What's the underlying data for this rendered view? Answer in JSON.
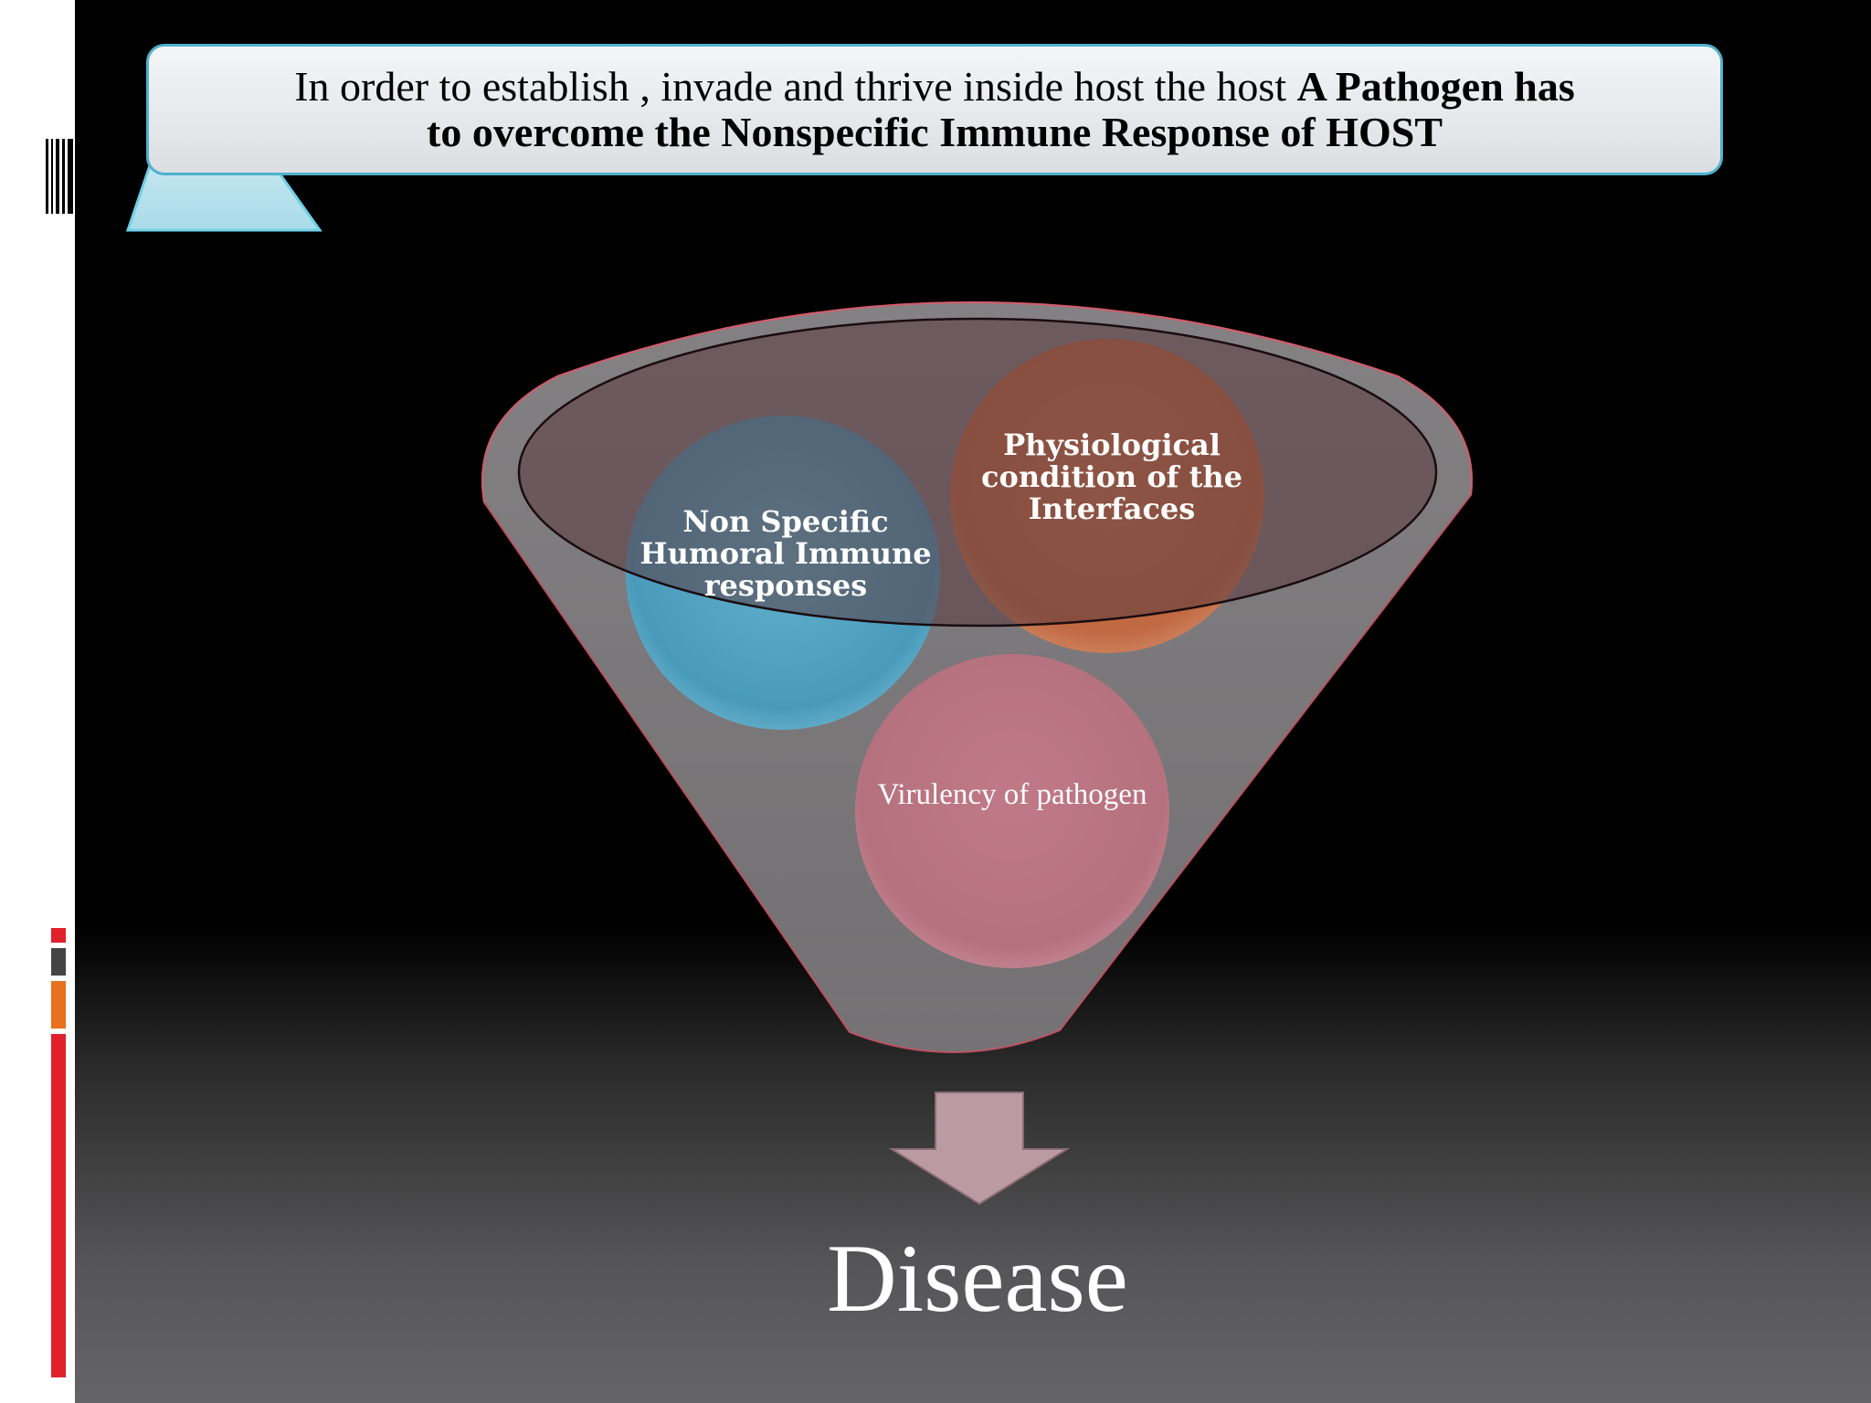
{
  "banner": {
    "line1_normal": "In order to establish , invade and thrive inside host the host ",
    "line1_bold": "A Pathogen has",
    "line2_bold": "to overcome the Nonspecific  Immune Response of HOST"
  },
  "circles": {
    "humoral": "Non Specific Humoral Immune responses",
    "physiological": "Physiological condition of the Interfaces",
    "virulency": "Virulency of pathogen"
  },
  "result": "Disease",
  "colors": {
    "humoral": "#2fa8d0",
    "physiological": "#d8612b",
    "virulency": "#c66878",
    "banner_border": "#4fb2cc",
    "accent_red": "#e0202a",
    "accent_orange": "#e8701e",
    "accent_gray": "#444444"
  }
}
